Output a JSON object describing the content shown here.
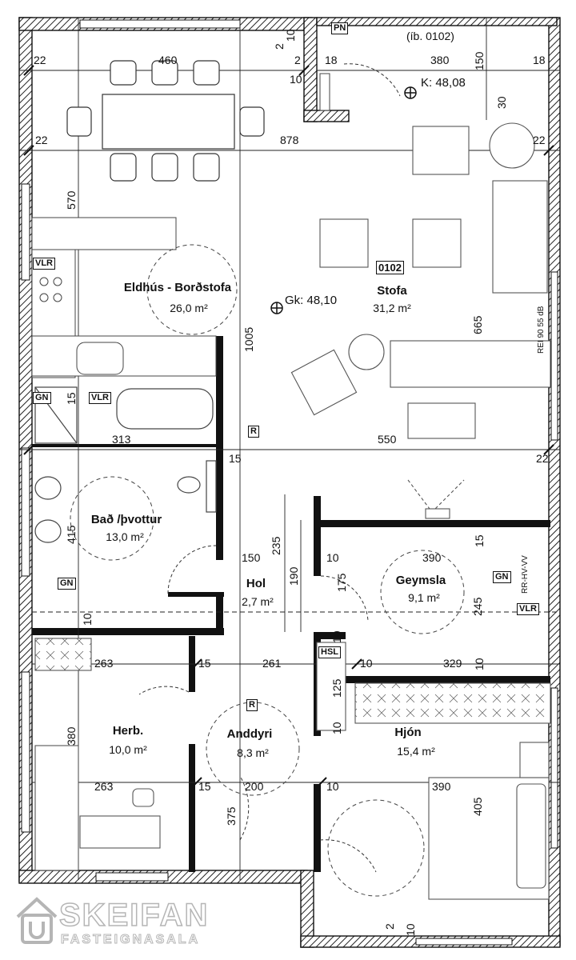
{
  "apartment_id": "(íb. 0102)",
  "unit_tag": "0102",
  "tags": {
    "pn": "PN",
    "vlr": "VLR",
    "gn": "GN",
    "r": "R",
    "hsl": "HSL",
    "rr": "RR-HV-VV"
  },
  "elevation_top": "K: 48,08",
  "elevation_main": "Gk: 48,10",
  "wall_note": "REI 90 55 dB",
  "rooms": [
    {
      "id": "eldhus",
      "name": "Eldhús - Borðstofa",
      "area": "26,0 m²"
    },
    {
      "id": "stofa",
      "name": "Stofa",
      "area": "31,2 m²"
    },
    {
      "id": "bad",
      "name": "Bað /þvottur",
      "area": "13,0 m²"
    },
    {
      "id": "hol",
      "name": "Hol",
      "area": "2,7 m²"
    },
    {
      "id": "geymsla",
      "name": "Geymsla",
      "area": "9,1 m²"
    },
    {
      "id": "herb",
      "name": "Herb.",
      "area": "10,0 m²"
    },
    {
      "id": "anddyri",
      "name": "Anddyri",
      "area": "8,3 m²"
    },
    {
      "id": "hjon",
      "name": "Hjón",
      "area": "15,4 m²"
    }
  ],
  "dimensions": {
    "d22a": "22",
    "d460": "460",
    "d2a": "2",
    "d10a": "10",
    "d2b": "2",
    "d18a": "18",
    "d380a": "380",
    "d150v": "150",
    "d18b": "18",
    "d10b": "10",
    "d30": "30",
    "d22b": "22",
    "d878": "878",
    "d22c": "22",
    "d570": "570",
    "d1005": "1005",
    "d665": "665",
    "d15a": "15",
    "d313": "313",
    "d550": "550",
    "d15b": "15",
    "d22d": "22",
    "d415": "415",
    "d235": "235",
    "d150": "150",
    "d10c": "10",
    "d390a": "390",
    "d15c": "15",
    "d190": "190",
    "d175": "175",
    "d245": "245",
    "d10d": "10",
    "d10e": "10",
    "d263a": "263",
    "d15d": "15",
    "d261": "261",
    "d10f": "10",
    "d329": "329",
    "d10g": "10",
    "d125": "125",
    "d10h": "10",
    "d380b": "380",
    "d263b": "263",
    "d15e": "15",
    "d375": "375",
    "d200": "200",
    "d10i": "10",
    "d390b": "390",
    "d405": "405",
    "d2c": "2",
    "d10j": "10"
  },
  "logo": {
    "name": "SKEIFAN",
    "sub": "FASTEIGNASALA"
  }
}
